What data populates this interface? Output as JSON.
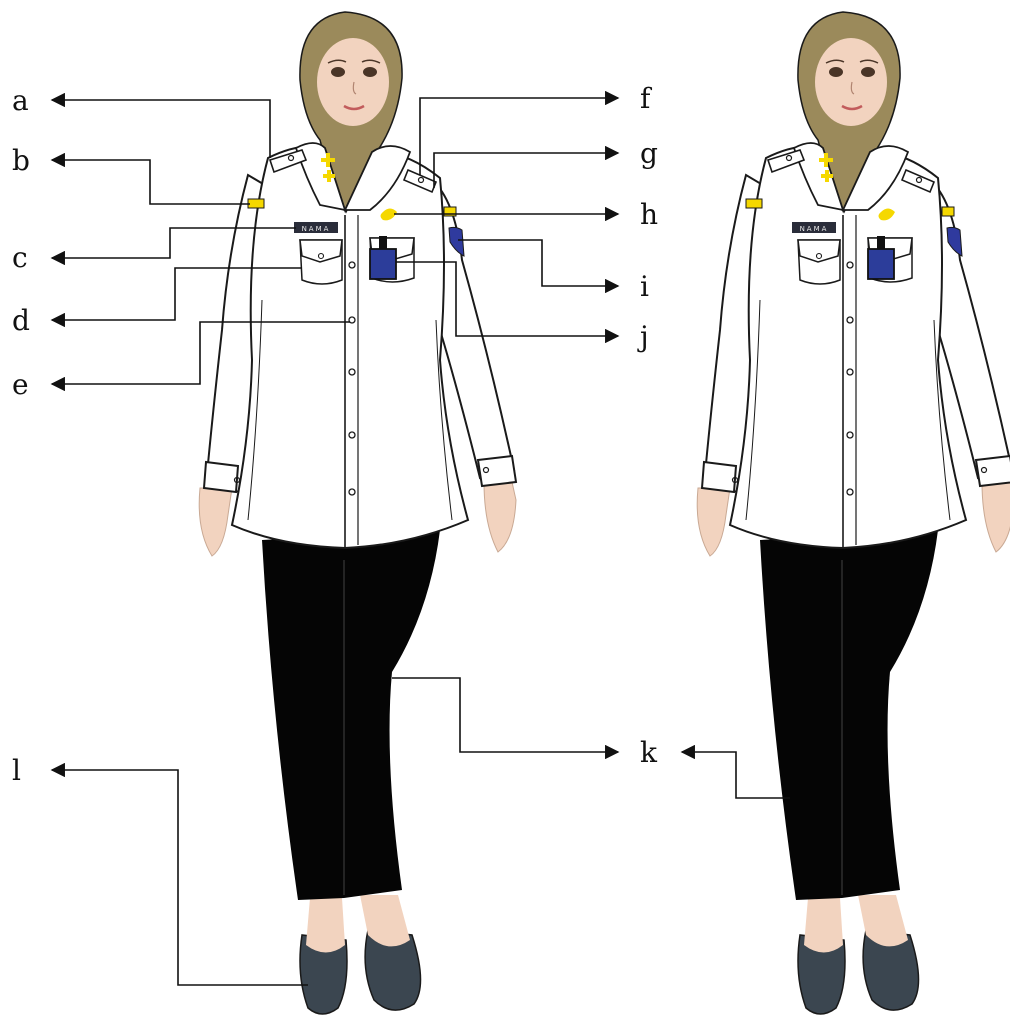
{
  "labels": {
    "a": "a",
    "b": "b",
    "c": "c",
    "d": "d",
    "e": "e",
    "f": "f",
    "g": "g",
    "h": "h",
    "i": "i",
    "j": "j",
    "k": "k",
    "l": "l"
  },
  "name_tag_text": "NAMA",
  "colors": {
    "hijab": "#9b8a5b",
    "shirt": "#ffffff",
    "outline": "#1a1a1a",
    "trousers": "#050505",
    "shoes": "#3b4650",
    "skin": "#f2d3bf",
    "insignia": "#f5d800",
    "patch": "#2f3a9e",
    "id_card": "#2c3d9a"
  }
}
